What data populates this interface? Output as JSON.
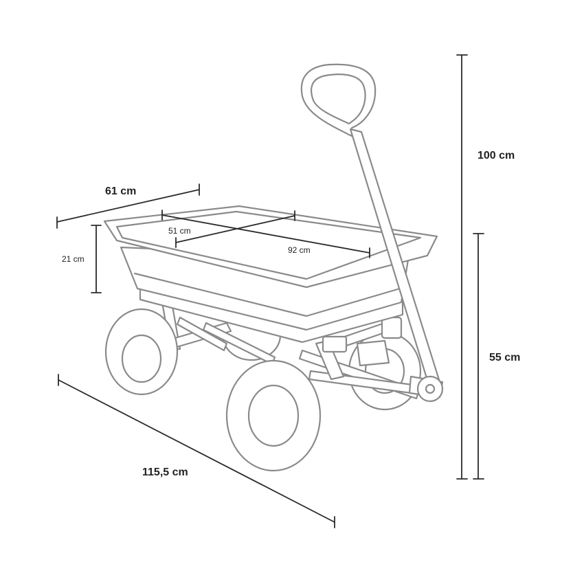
{
  "dimensions": {
    "height_total": "100 cm",
    "height_bed": "55 cm",
    "length_total": "115,5 cm",
    "width_outer": "61 cm",
    "depth_bed": "21 cm",
    "width_inner": "51 cm",
    "length_inner": "92 cm"
  }
}
